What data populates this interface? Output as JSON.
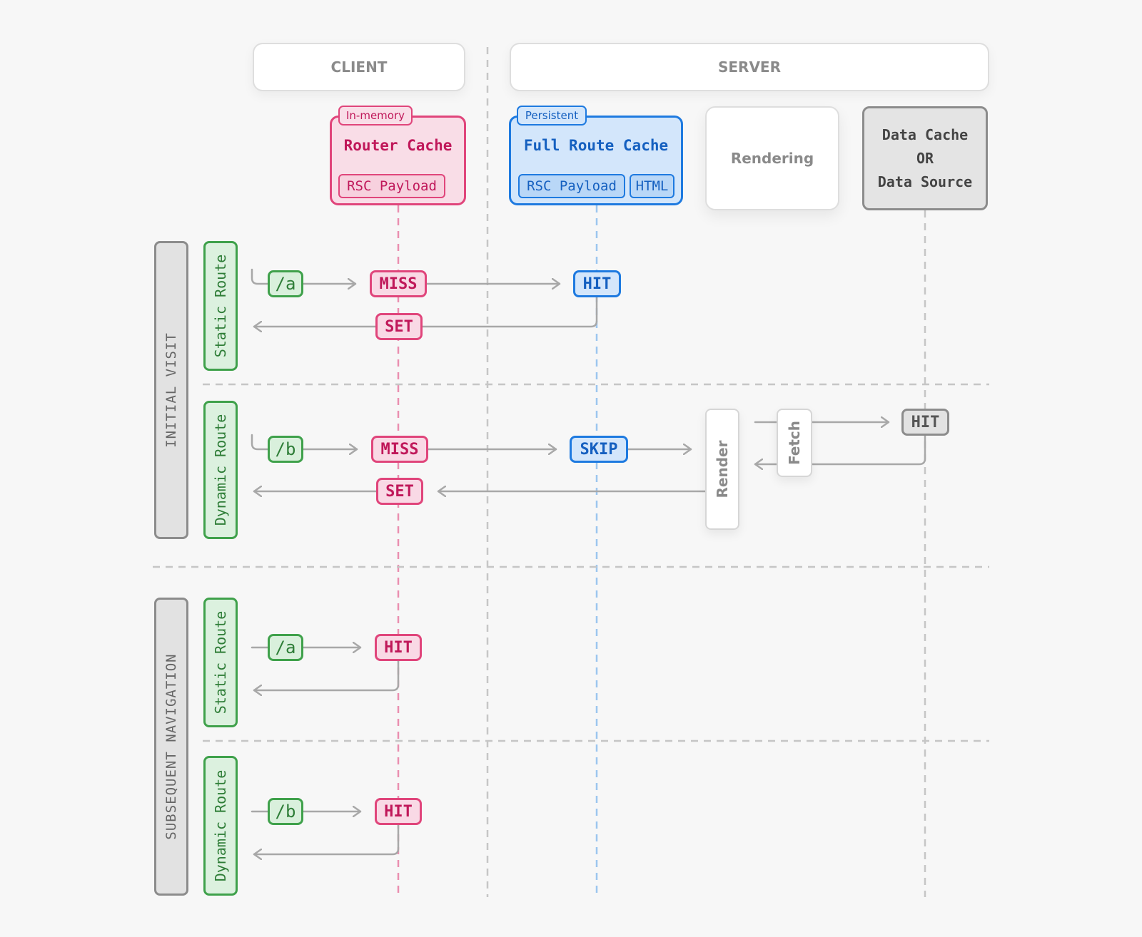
{
  "columns": {
    "client": "CLIENT",
    "server": "SERVER"
  },
  "router_cache": {
    "tag": "In-memory",
    "title": "Router Cache",
    "payload": "RSC Payload"
  },
  "full_route_cache": {
    "tag": "Persistent",
    "title": "Full Route Cache",
    "payload": "RSC Payload",
    "html": "HTML"
  },
  "rendering": "Rendering",
  "data_cache": {
    "line1": "Data Cache",
    "line2": "OR",
    "line3": "Data Source"
  },
  "sections": {
    "initial": "INITIAL VISIT",
    "subsequent": "SUBSEQUENT NAVIGATION"
  },
  "rows": {
    "r1": {
      "route_type": "Static Route",
      "path": "/a",
      "router": "MISS",
      "set": "SET",
      "full": "HIT"
    },
    "r2": {
      "route_type": "Dynamic Route",
      "path": "/b",
      "router": "MISS",
      "set": "SET",
      "full": "SKIP",
      "render": "Render",
      "fetch": "Fetch",
      "data": "HIT"
    },
    "r3": {
      "route_type": "Static Route",
      "path": "/a",
      "router": "HIT"
    },
    "r4": {
      "route_type": "Dynamic Route",
      "path": "/b",
      "router": "HIT"
    }
  },
  "colors": {
    "pink": "#e0457b",
    "blue": "#1e7ae0",
    "green": "#3fa14b",
    "grey": "#8c8c8c"
  }
}
